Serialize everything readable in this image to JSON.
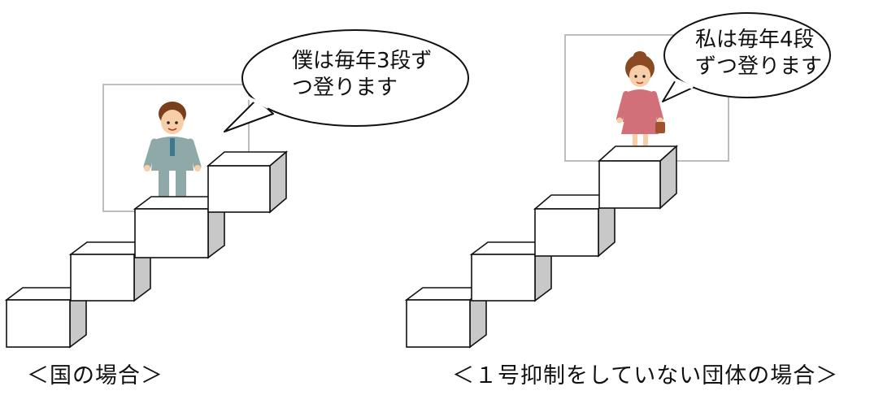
{
  "left_panel": {
    "speech_line1": "僕は毎年3段ず",
    "speech_line2": "つ登ります",
    "caption": "＜国の場合＞"
  },
  "right_panel": {
    "speech_line1": "私は毎年4段",
    "speech_line2": "ずつ登ります",
    "caption": "＜１号抑制をしていない団体の場合＞"
  },
  "colors": {
    "block_top": "#ffffff",
    "block_front": "#ffffff",
    "block_side": "#c8c8c8",
    "outline": "#111111",
    "frame": "#bdbdbd"
  }
}
